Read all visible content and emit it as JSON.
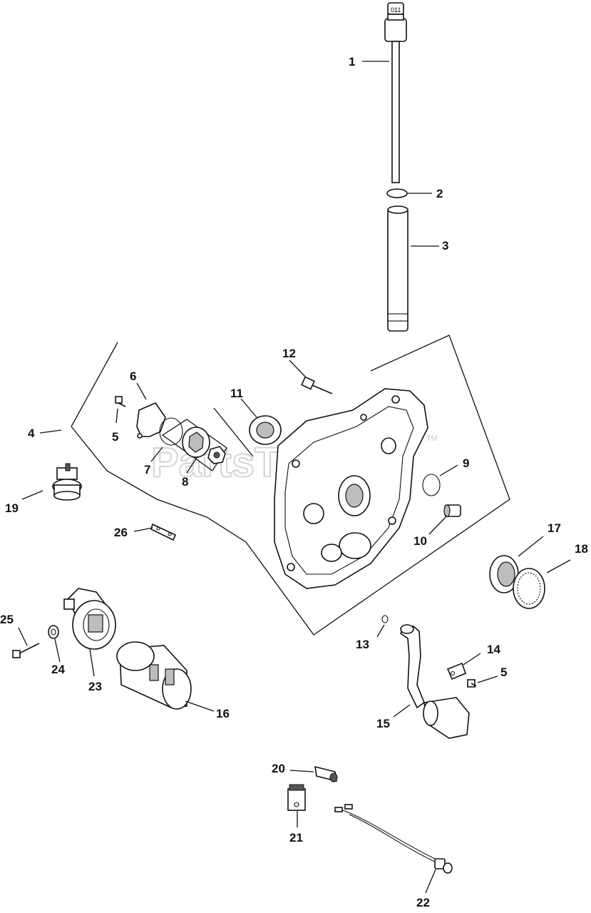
{
  "watermark": {
    "text": "PartsTree",
    "tm": "TM"
  },
  "callouts": [
    "1",
    "2",
    "3",
    "4",
    "5",
    "6",
    "7",
    "8",
    "9",
    "10",
    "11",
    "12",
    "13",
    "14",
    "5",
    "15",
    "16",
    "17",
    "18",
    "19",
    "20",
    "21",
    "22",
    "23",
    "24",
    "25",
    "26"
  ],
  "dipstick_cap_label": "011"
}
